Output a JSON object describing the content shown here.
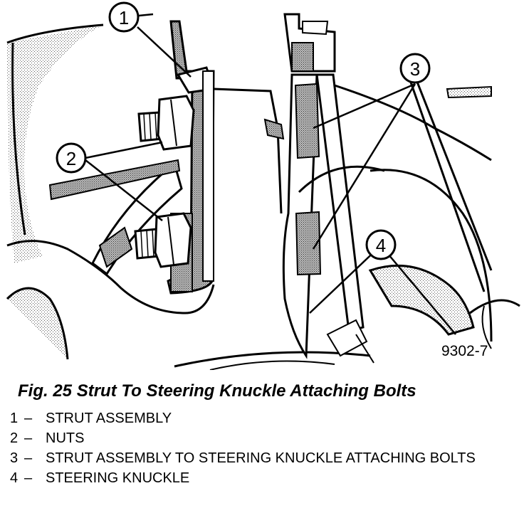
{
  "figure": {
    "id": "9302-7",
    "caption": "Fig. 25 Strut To Steering Knuckle Attaching Bolts",
    "callouts": [
      "1",
      "2",
      "3",
      "4"
    ]
  },
  "legend": [
    {
      "number": "1",
      "dash": "–",
      "text": "STRUT ASSEMBLY"
    },
    {
      "number": "2",
      "dash": "–",
      "text": "NUTS"
    },
    {
      "number": "3",
      "dash": "–",
      "text": "STRUT ASSEMBLY TO STEERING KNUCKLE ATTACHING BOLTS"
    },
    {
      "number": "4",
      "dash": "–",
      "text": "STEERING KNUCKLE"
    }
  ]
}
